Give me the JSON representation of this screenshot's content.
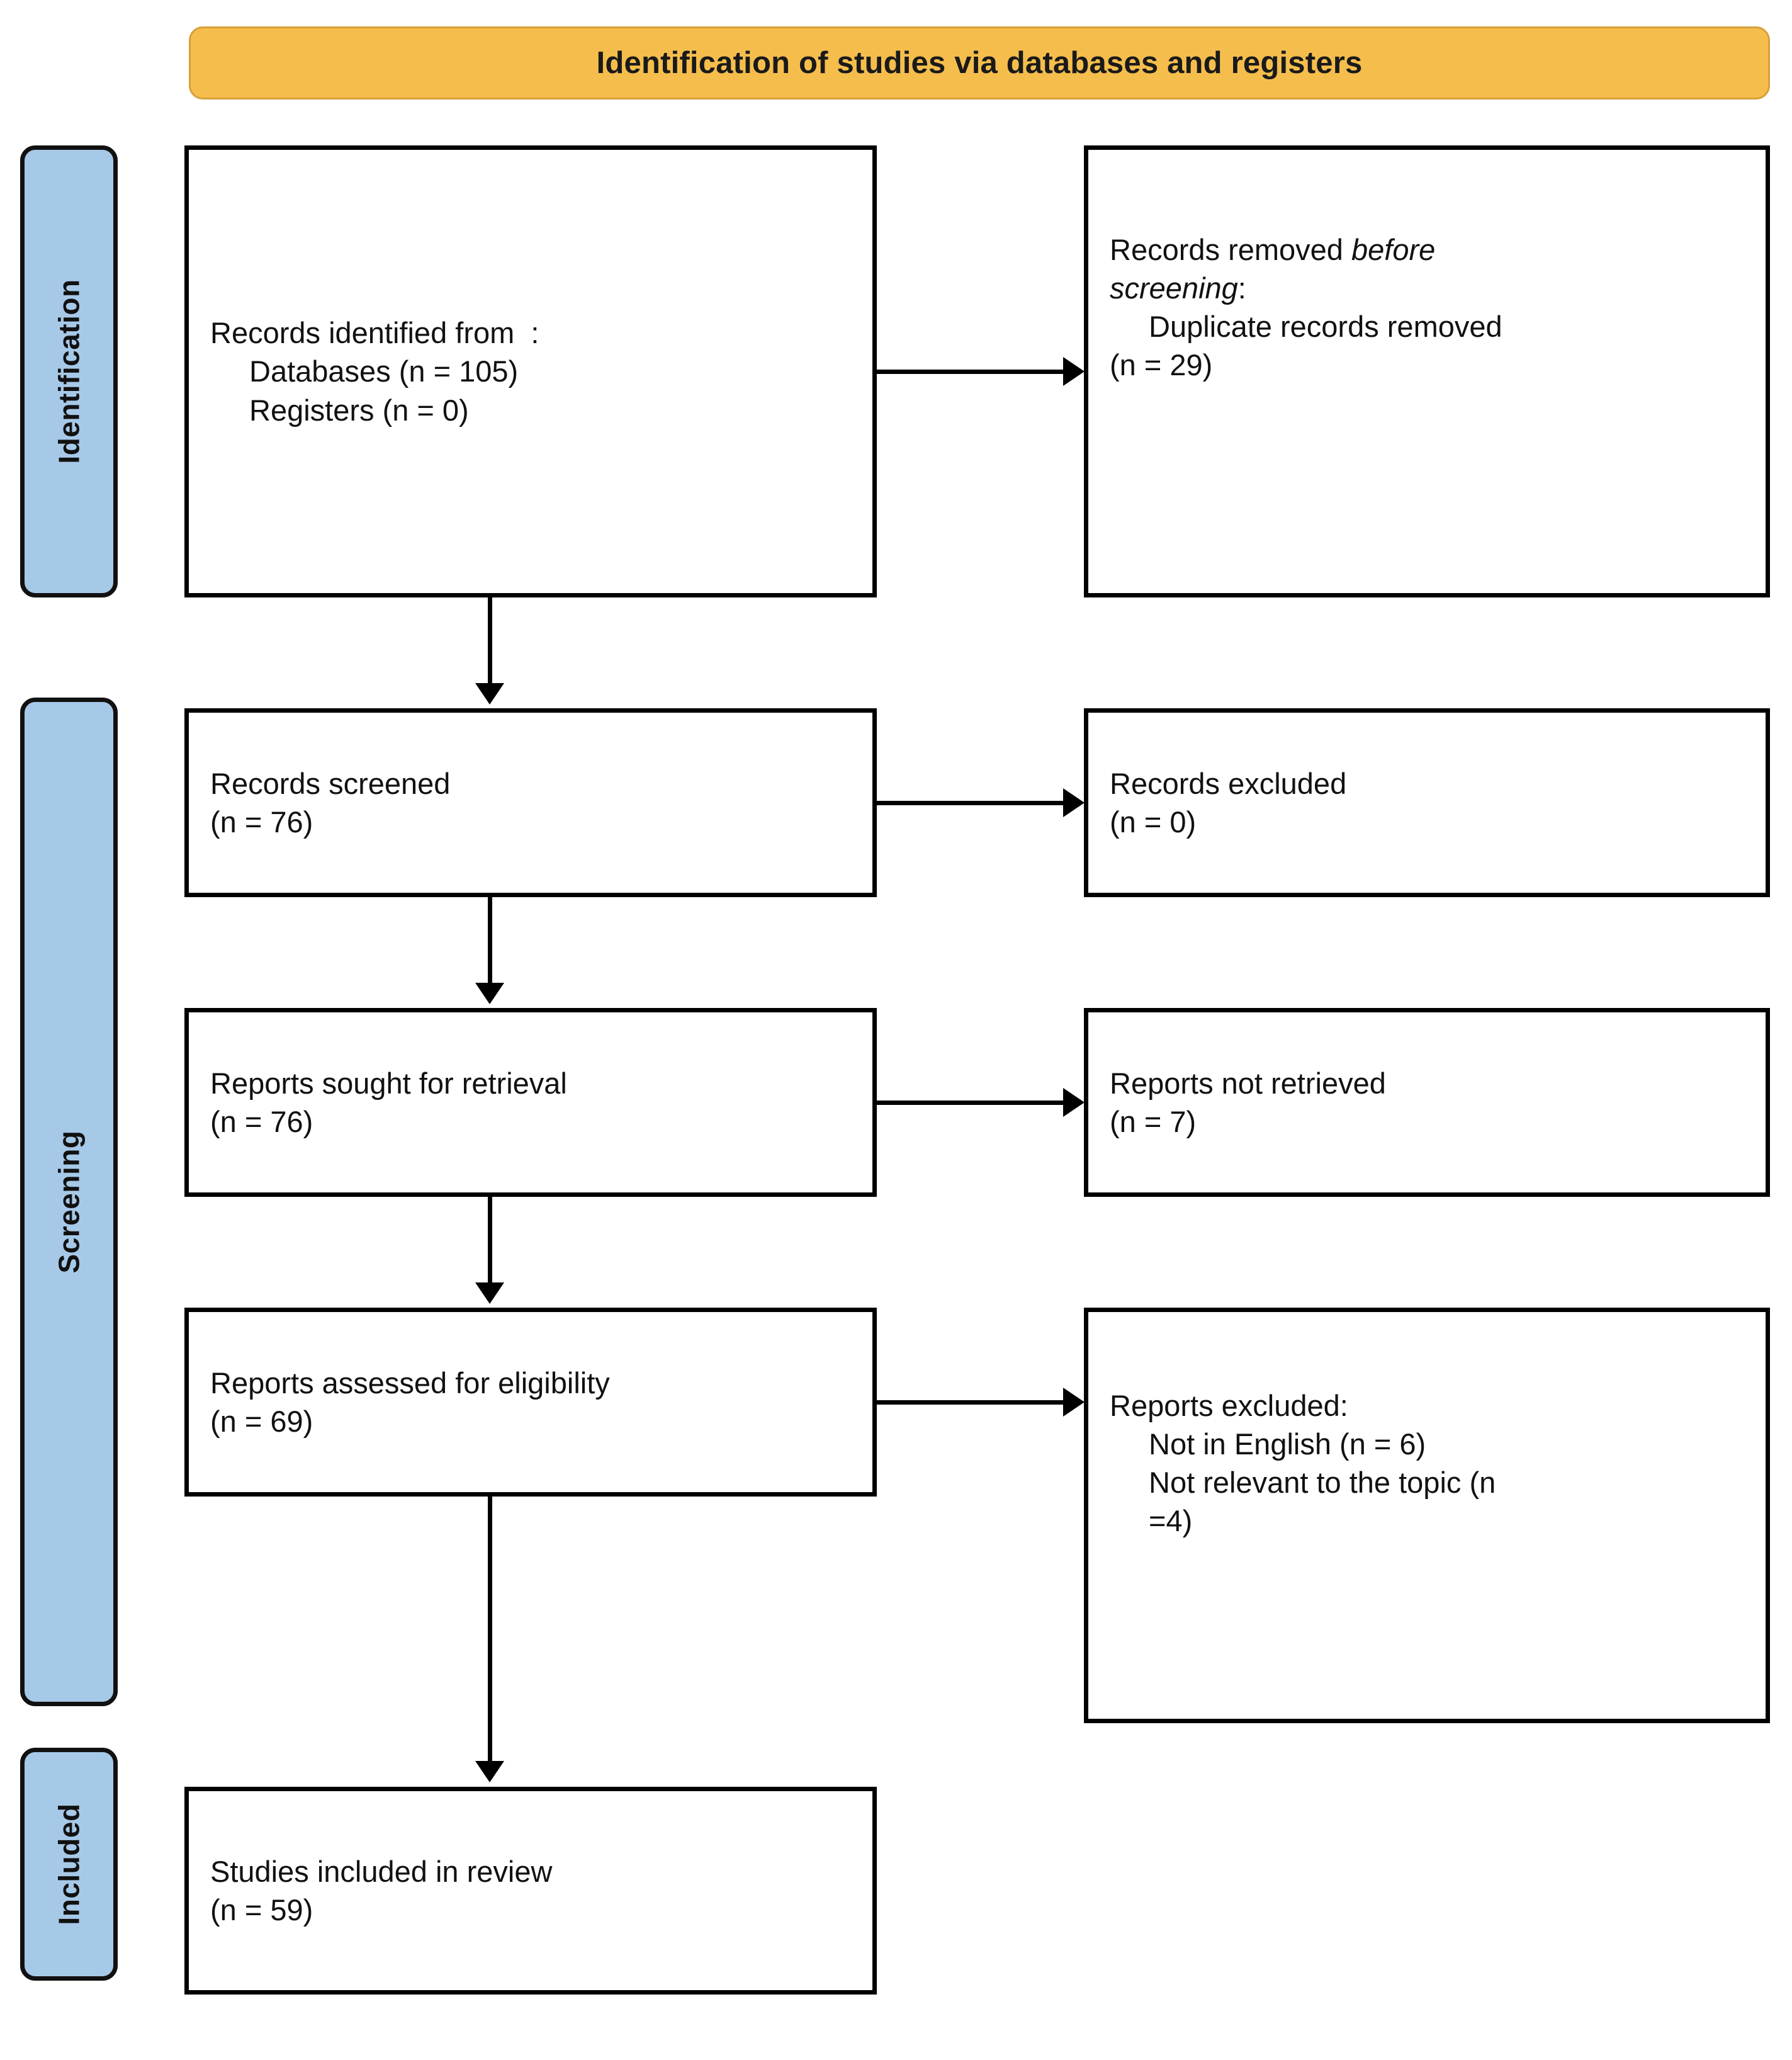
{
  "banner": {
    "title": "Identification of studies via databases and registers",
    "fill_color": "#F5BE4C"
  },
  "stages": [
    {
      "label": "Identification"
    },
    {
      "label": "Screening"
    },
    {
      "label": "Included"
    }
  ],
  "stage_fill_color": "#A7C9E8",
  "boxes": {
    "identified": {
      "lines": [
        "Records identified from  :",
        "Databases (n = 105)",
        "Registers (n = 0)"
      ]
    },
    "removed_before_screening": {
      "line1_prefix": "Records removed ",
      "line1_italic": "before",
      "line2_italic": "screening",
      "line2_suffix": ":",
      "lines": [
        "Duplicate records removed",
        "(n = 29)"
      ]
    },
    "records_screened": {
      "lines": [
        "Records screened",
        "(n = 76)"
      ]
    },
    "records_excluded": {
      "lines": [
        "Records excluded",
        "(n = 0)"
      ]
    },
    "reports_sought": {
      "lines": [
        "Reports sought for retrieval",
        "(n = 76)"
      ]
    },
    "reports_not_retrieved": {
      "lines": [
        "Reports not retrieved",
        "(n = 7)"
      ]
    },
    "reports_assessed": {
      "lines": [
        "Reports assessed for eligibility",
        "(n = 69)"
      ]
    },
    "reports_excluded": {
      "heading": "Reports excluded:",
      "lines": [
        "Not in English (n = 6)",
        "Not relevant to the topic (n",
        "=4)"
      ]
    },
    "studies_included": {
      "lines": [
        "Studies included in review",
        "(n = 59)"
      ]
    }
  },
  "chart_data": {
    "type": "diagram",
    "title": "Identification of studies via databases and registers",
    "nodes": [
      {
        "id": "identified",
        "stage": "Identification",
        "label": "Records identified from :",
        "counts": {
          "Databases": 105,
          "Registers": 0
        }
      },
      {
        "id": "removed_before_screening",
        "stage": "Identification",
        "label": "Records removed before screening: Duplicate records removed",
        "counts": {
          "Duplicate records removed": 29
        }
      },
      {
        "id": "records_screened",
        "stage": "Screening",
        "label": "Records screened",
        "counts": {
          "n": 76
        }
      },
      {
        "id": "records_excluded",
        "stage": "Screening",
        "label": "Records excluded",
        "counts": {
          "n": 0
        }
      },
      {
        "id": "reports_sought",
        "stage": "Screening",
        "label": "Reports sought for retrieval",
        "counts": {
          "n": 76
        }
      },
      {
        "id": "reports_not_retrieved",
        "stage": "Screening",
        "label": "Reports not retrieved",
        "counts": {
          "n": 7
        }
      },
      {
        "id": "reports_assessed",
        "stage": "Screening",
        "label": "Reports assessed for eligibility",
        "counts": {
          "n": 69
        }
      },
      {
        "id": "reports_excluded",
        "stage": "Screening",
        "label": "Reports excluded",
        "counts": {
          "Not in English": 6,
          "Not relevant to the topic": 4
        }
      },
      {
        "id": "studies_included",
        "stage": "Included",
        "label": "Studies included in review",
        "counts": {
          "n": 59
        }
      }
    ],
    "edges": [
      {
        "from": "identified",
        "to": "removed_before_screening",
        "direction": "right"
      },
      {
        "from": "identified",
        "to": "records_screened",
        "direction": "down"
      },
      {
        "from": "records_screened",
        "to": "records_excluded",
        "direction": "right"
      },
      {
        "from": "records_screened",
        "to": "reports_sought",
        "direction": "down"
      },
      {
        "from": "reports_sought",
        "to": "reports_not_retrieved",
        "direction": "right"
      },
      {
        "from": "reports_sought",
        "to": "reports_assessed",
        "direction": "down"
      },
      {
        "from": "reports_assessed",
        "to": "reports_excluded",
        "direction": "right"
      },
      {
        "from": "reports_assessed",
        "to": "studies_included",
        "direction": "down"
      }
    ]
  }
}
